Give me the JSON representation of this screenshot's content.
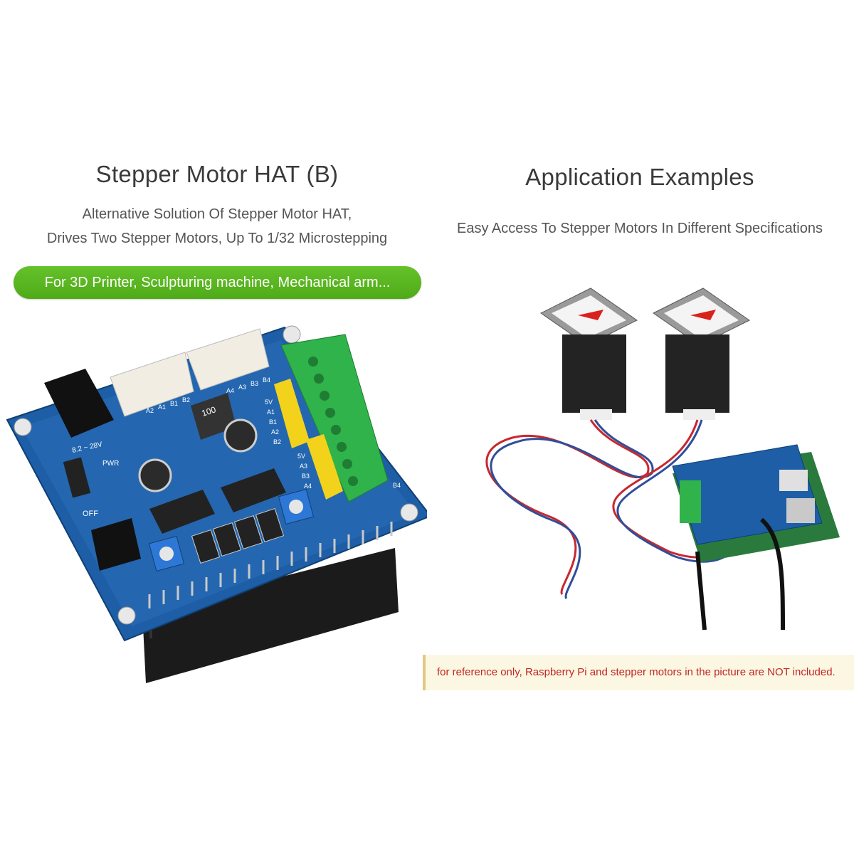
{
  "left": {
    "title": "Stepper Motor HAT (B)",
    "subtitle_line1": "Alternative Solution Of Stepper Motor HAT,",
    "subtitle_line2": "Drives Two Stepper Motors, Up To 1/32 Microstepping",
    "badge": "For 3D Printer, Sculpturing machine, Mechanical arm...",
    "board_labels": {
      "voltage": "8.2 ~ 28V",
      "pwr": "PWR",
      "off": "OFF",
      "cap": "100",
      "pins_left": [
        "A2",
        "A1",
        "B1",
        "B2"
      ],
      "pins_right": [
        "A4",
        "A3",
        "B3",
        "B4"
      ],
      "terminal": [
        "5V",
        "A1",
        "B1",
        "A2",
        "B2",
        "5V",
        "A3",
        "B3",
        "A4",
        "B4"
      ]
    }
  },
  "right": {
    "title": "Application Examples",
    "subtitle": "Easy Access To Stepper Motors In Different Specifications",
    "note": "for reference only, Raspberry Pi and stepper motors in the picture are NOT included."
  },
  "colors": {
    "brand_green": "#55b21e",
    "board_blue": "#1a5fa8",
    "terminal_green": "#2fb34a",
    "note_red": "#c2261f"
  }
}
